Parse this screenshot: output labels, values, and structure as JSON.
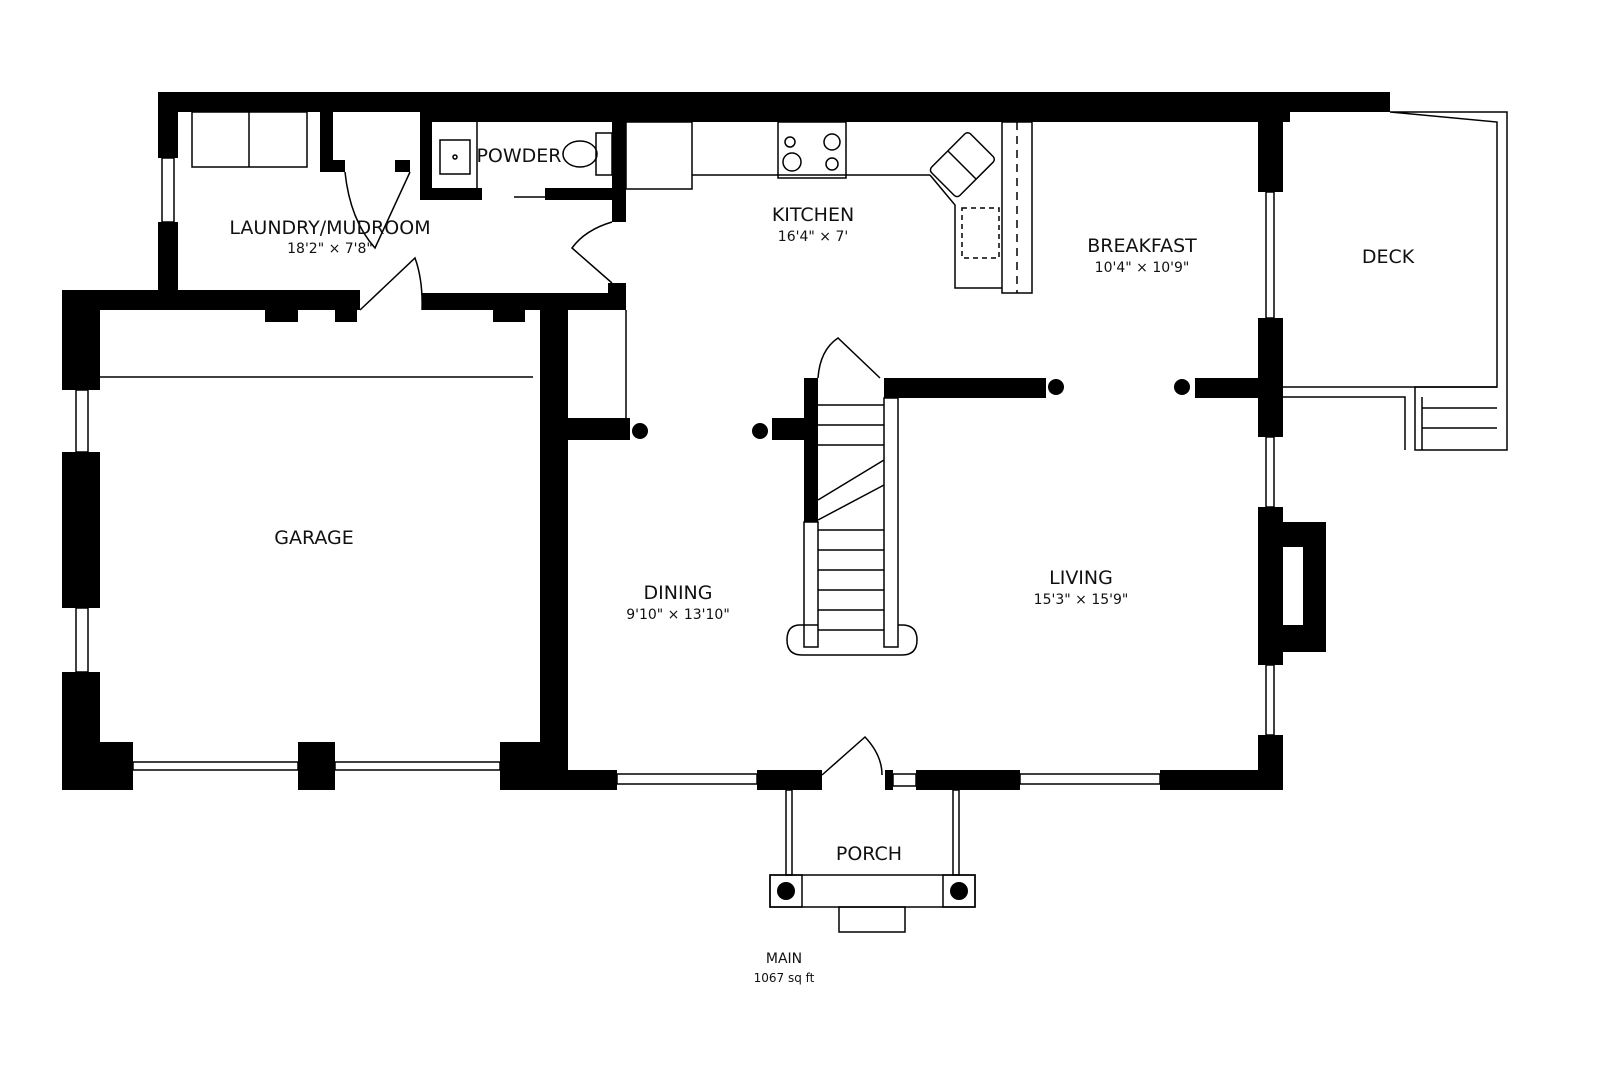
{
  "rooms": {
    "laundry": {
      "name": "LAUNDRY/MUDROOM",
      "dims": "18'2\" × 7'8\""
    },
    "powder": {
      "name": "POWDER"
    },
    "kitchen": {
      "name": "KITCHEN",
      "dims": "16'4\" × 7'"
    },
    "breakfast": {
      "name": "BREAKFAST",
      "dims": "10'4\" × 10'9\""
    },
    "deck": {
      "name": "DECK"
    },
    "garage": {
      "name": "GARAGE"
    },
    "dining": {
      "name": "DINING",
      "dims": "9'10\" × 13'10\""
    },
    "living": {
      "name": "LIVING",
      "dims": "15'3\" × 15'9\""
    },
    "porch": {
      "name": "PORCH"
    }
  },
  "floor": {
    "name": "MAIN",
    "area": "1067 sq ft"
  }
}
